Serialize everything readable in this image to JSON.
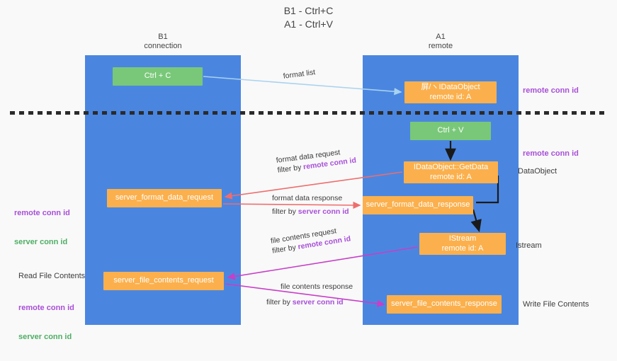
{
  "title": "B1 - Ctrl+C\nA1 - Ctrl+V",
  "columns": {
    "left": {
      "name": "B1",
      "role": "connection"
    },
    "right": {
      "name": "A1",
      "role": "remote"
    }
  },
  "nodes": {
    "ctrl_c": {
      "label": "Ctrl + C",
      "color": "green"
    },
    "idataobject": {
      "label": "屏/ヽIDataObject\nremote id: A",
      "color": "orange"
    },
    "ctrl_v": {
      "label": "Ctrl + V",
      "color": "green"
    },
    "getdata": {
      "label": "IDataObject::GetData\nremote id: A",
      "color": "orange"
    },
    "server_format_data_request": {
      "label": "server_format_data_request",
      "color": "orange"
    },
    "server_format_data_response": {
      "label": "server_format_data_response",
      "color": "orange"
    },
    "istream": {
      "label": "IStream\nremote id: A",
      "color": "orange"
    },
    "server_file_contents_request": {
      "label": "server_file_contents_request",
      "color": "orange"
    },
    "server_file_contents_response": {
      "label": "server_file_contents_response",
      "color": "orange"
    }
  },
  "edges": {
    "format_list": {
      "line1": "format list",
      "color": "#a9d2ef"
    },
    "format_data_request": {
      "line1": "format data request",
      "line2_prefix": "filter by ",
      "line2_key": "remote conn id",
      "color": "#ef6d6d"
    },
    "format_data_response": {
      "line1": "format data response",
      "line2_prefix": "filter by ",
      "line2_key": "server conn id",
      "color": "#ef6d6d"
    },
    "file_contents_request": {
      "line1": "file contents request",
      "line2_prefix": "filter by ",
      "line2_key": "remote conn id",
      "color": "#c83ec8"
    },
    "file_contents_response": {
      "line1": "file contents response",
      "line2_prefix": "filter by ",
      "line2_key": "server conn id",
      "color": "#c83ec8"
    }
  },
  "side_labels": {
    "right_remote_conn_id_top": "remote conn id",
    "right_remote_conn_id_mid": "remote conn id",
    "right_dataobject": "DataObject",
    "right_istream": "Istream",
    "right_write_file_contents": "Write File Contents",
    "left_remote_conn_id_mid": "remote conn id",
    "left_server_conn_id_mid": "server conn id",
    "left_read_file_contents": "Read File Contents",
    "left_remote_conn_id_bottom": "remote conn id",
    "left_server_conn_id_bottom": "server conn id"
  },
  "colors": {
    "lane": "#4a86e0",
    "green_node": "#79c879",
    "orange_node": "#fbb04d",
    "purple_text": "#a84fd8",
    "green_text": "#4eae64",
    "red_arrow": "#ef6d6d",
    "magenta_arrow": "#c83ec8",
    "lightblue_arrow": "#a9d2ef",
    "background": "#f9f9f9"
  }
}
